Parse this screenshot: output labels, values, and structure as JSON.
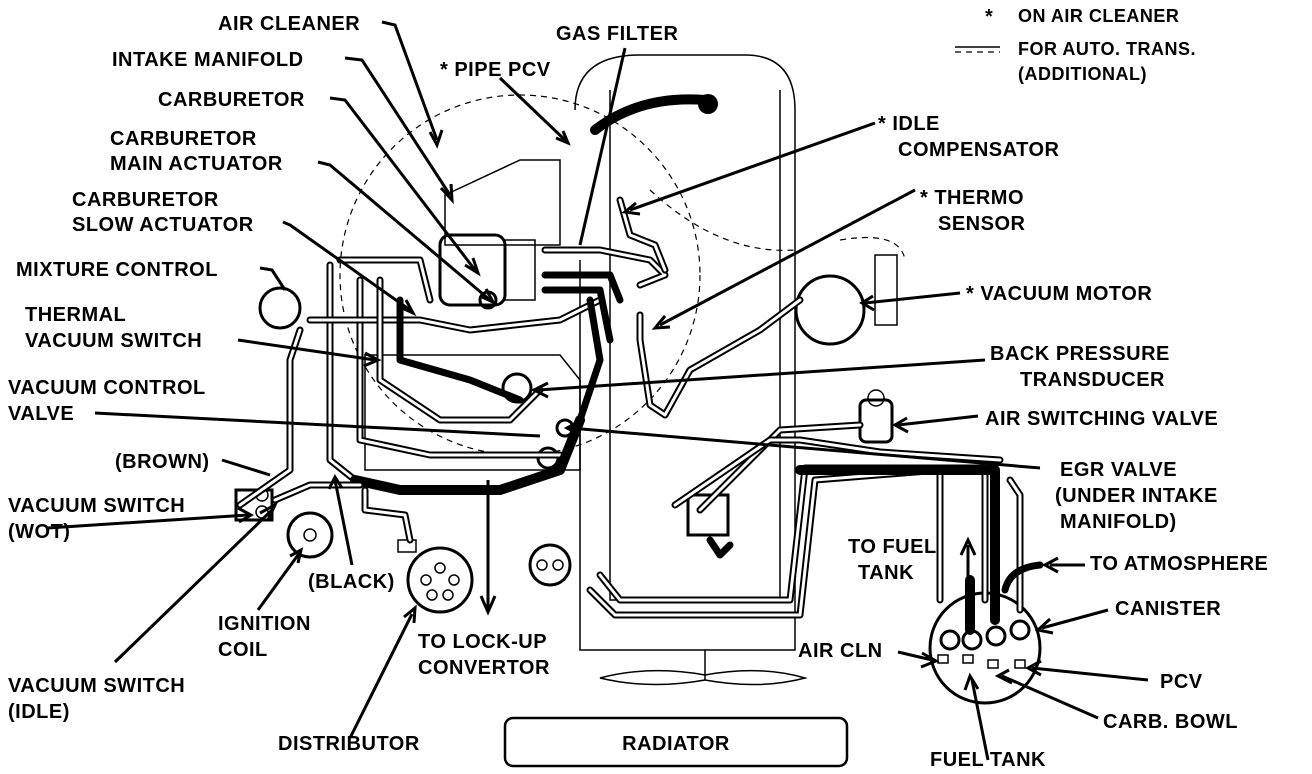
{
  "legend": {
    "star_symbol": "*",
    "star_text": "ON AIR CLEANER",
    "auto_trans_line1": "FOR AUTO. TRANS.",
    "auto_trans_line2": "(ADDITIONAL)"
  },
  "labels": {
    "air_cleaner": "AIR CLEANER",
    "intake_manifold": "INTAKE MANIFOLD",
    "carburetor": "CARBURETOR",
    "carb_main_actuator_1": "CARBURETOR",
    "carb_main_actuator_2": "MAIN ACTUATOR",
    "carb_slow_actuator_1": "CARBURETOR",
    "carb_slow_actuator_2": "SLOW ACTUATOR",
    "mixture_control": "MIXTURE CONTROL",
    "thermal_vacuum_switch_1": "THERMAL",
    "thermal_vacuum_switch_2": "VACUUM SWITCH",
    "vacuum_control_valve_1": "VACUUM CONTROL",
    "vacuum_control_valve_2": "VALVE",
    "brown": "(BROWN)",
    "vacuum_switch_wot_1": "VACUUM SWITCH",
    "vacuum_switch_wot_2": "(WOT)",
    "ignition_coil_1": "IGNITION",
    "ignition_coil_2": "COIL",
    "black": "(BLACK)",
    "vacuum_switch_idle_1": "VACUUM SWITCH",
    "vacuum_switch_idle_2": "(IDLE)",
    "distributor": "DISTRIBUTOR",
    "lockup_1": "TO LOCK-UP",
    "lockup_2": "CONVERTOR",
    "radiator": "RADIATOR",
    "gas_filter": "GAS FILTER",
    "pipe_pcv": "* PIPE PCV",
    "idle_comp_1": "* IDLE",
    "idle_comp_2": "COMPENSATOR",
    "thermo_1": "* THERMO",
    "thermo_2": "SENSOR",
    "vacuum_motor": "* VACUUM MOTOR",
    "bpt_1": "BACK PRESSURE",
    "bpt_2": "TRANSDUCER",
    "air_switching_valve": "AIR SWITCHING VALVE",
    "egr_1": "EGR VALVE",
    "egr_2": "(UNDER INTAKE",
    "egr_3": "MANIFOLD)",
    "to_fuel_tank_1": "TO FUEL",
    "to_fuel_tank_2": "TANK",
    "to_atmosphere": "TO ATMOSPHERE",
    "canister": "CANISTER",
    "air_cln": "AIR CLN",
    "pcv": "PCV",
    "carb_bowl": "CARB. BOWL",
    "fuel_tank": "FUEL TANK"
  }
}
